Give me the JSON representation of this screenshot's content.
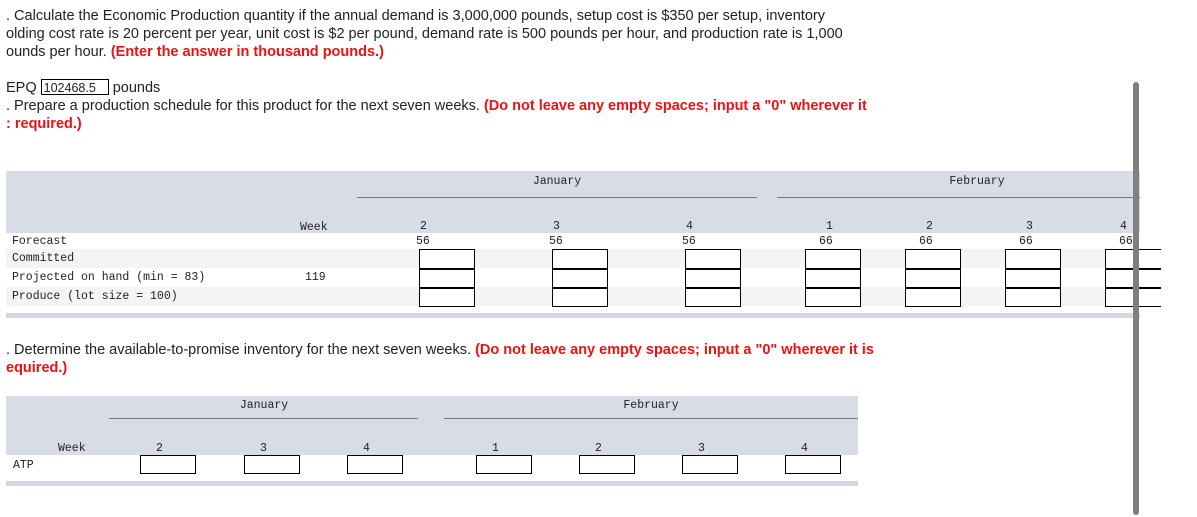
{
  "question_b": {
    "line1": ". Calculate the Economic Production quantity if the annual demand is 3,000,000 pounds, setup cost is $350 per setup, inventory",
    "line2": "olding cost rate is 20 percent per year, unit cost is $2 per pound, demand rate is 500 pounds per hour, and production rate is 1,000",
    "line3_plain": "ounds per hour.",
    "line3_red": "(Enter the answer in thousand pounds.)",
    "epq_label": "EPQ",
    "epq_value": "102468.5",
    "epq_unit": "pounds"
  },
  "question_c": {
    "line1_plain": ". Prepare a production schedule for this product for the next seven weeks.",
    "line1_red": "(Do not leave any empty spaces; input a \"0\" wherever it",
    "line2_red": ": required.)"
  },
  "schedule_table": {
    "months": [
      {
        "label": "January"
      },
      {
        "label": "February"
      }
    ],
    "week_header": "Week",
    "weeks": [
      "2",
      "3",
      "4",
      "1",
      "2",
      "3",
      "4"
    ],
    "rows": [
      {
        "label": "Forecast",
        "initial": "",
        "values": [
          "56",
          "56",
          "56",
          "66",
          "66",
          "66",
          "66"
        ]
      },
      {
        "label": "Committed",
        "initial": ""
      },
      {
        "label": "Projected on hand (min = 83)",
        "initial": "119"
      },
      {
        "label": "Produce (lot size = 100)",
        "initial": ""
      }
    ]
  },
  "question_d": {
    "line1_plain": ". Determine the available-to-promise inventory for the next seven weeks.",
    "line1_red": "(Do not leave any empty spaces; input a \"0\" wherever it is",
    "line2_red": "equired.)"
  },
  "atp_table": {
    "months": [
      {
        "label": "January"
      },
      {
        "label": "February"
      }
    ],
    "week_header": "Week",
    "weeks": [
      "2",
      "3",
      "4",
      "1",
      "2",
      "3",
      "4"
    ],
    "row_label": "ATP"
  }
}
